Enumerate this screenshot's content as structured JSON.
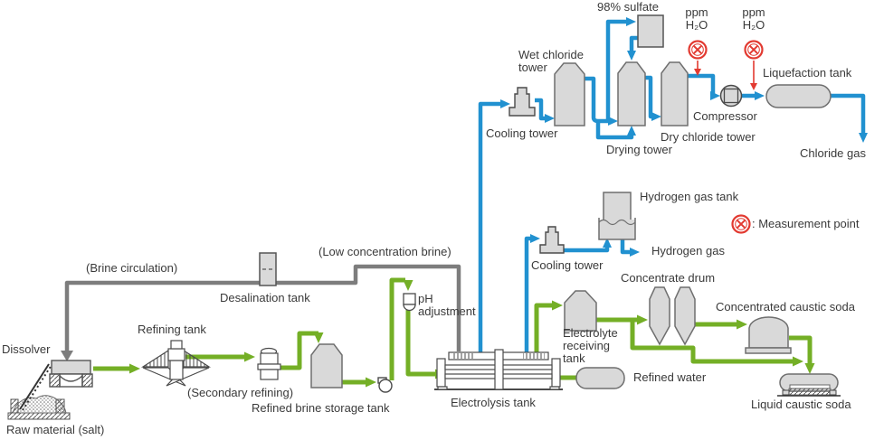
{
  "diagram": {
    "type": "process-flow-diagram",
    "subject": "Caustic soda / chlorine electrolysis plant",
    "labels": {
      "sulfate_feed": "98% sulfate",
      "ppm_h2o_1": "ppm\nH₂O",
      "ppm_h2o_2": "ppm\nH₂O",
      "wet_chloride_tower": "Wet chloride\ntower",
      "cooling_tower_1": "Cooling tower",
      "drying_tower": "Drying tower",
      "dry_chloride_tower": "Dry chloride tower",
      "compressor": "Compressor",
      "liquefaction_tank": "Liquefaction tank",
      "chloride_gas": "Chloride gas",
      "hydrogen_gas_tank": "Hydrogen gas tank",
      "cooling_tower_2": "Cooling tower",
      "hydrogen_gas": "Hydrogen gas",
      "measurement_point_legend": ": Measurement point",
      "concentrate_drum": "Concentrate drum",
      "concentrated_caustic_soda": "Concentrated caustic soda",
      "liquid_caustic_soda": "Liquid caustic soda",
      "refined_water": "Refined water",
      "electrolyte_receiving_tank": "Electrolyte\nreceiving\ntank",
      "electrolysis_tank": "Electrolysis tank",
      "ph_adjustment": "pH\nadjustment",
      "low_concentration_brine": "(Low concentration brine)",
      "desalination_tank": "Desalination tank",
      "brine_circulation": "(Brine circulation)",
      "refining_tank": "Refining tank",
      "secondary_refining": "(Secondary refining)",
      "refined_brine_storage_tank": "Refined brine storage tank",
      "dissolver": "Dissolver",
      "raw_material": "Raw material (salt)"
    },
    "colors": {
      "process_line_green": "#74af26",
      "gas_line_blue": "#2191d0",
      "circulation_line_gray": "#7d7d7d",
      "measurement_red": "#e23a31",
      "equipment_fill": "#d9d9d9"
    },
    "flows": {
      "green_process": [
        "Raw material (salt) → Dissolver",
        "Dissolver → Refining tank",
        "Refining tank → (Secondary refining)",
        "(Secondary refining) → Refined brine storage tank",
        "Refined brine storage tank → pH adjustment",
        "pH adjustment → Electrolysis tank",
        "Electrolysis tank → Electrolyte receiving tank",
        "Electrolyte receiving tank → Concentrate drum",
        "Concentrate drum → Concentrated caustic soda",
        "Concentrated caustic soda → Liquid caustic soda",
        "Refined water → Electrolysis tank"
      ],
      "blue_chlorine": [
        "Electrolysis tank → Cooling tower → Wet chloride tower → Drying tower → Dry chloride tower → Compressor → Liquefaction tank → Chloride gas",
        "98% sulfate → Drying tower"
      ],
      "blue_hydrogen": [
        "Electrolysis tank → Cooling tower → Hydrogen gas tank → Hydrogen gas"
      ],
      "gray_circulation": [
        "Electrolysis tank → (Low concentration brine) → Desalination tank → (Brine circulation) → Dissolver"
      ],
      "measurement_points": [
        "ppm H₂O at dry chloride tower outlet",
        "ppm H₂O at compressor outlet"
      ]
    }
  }
}
